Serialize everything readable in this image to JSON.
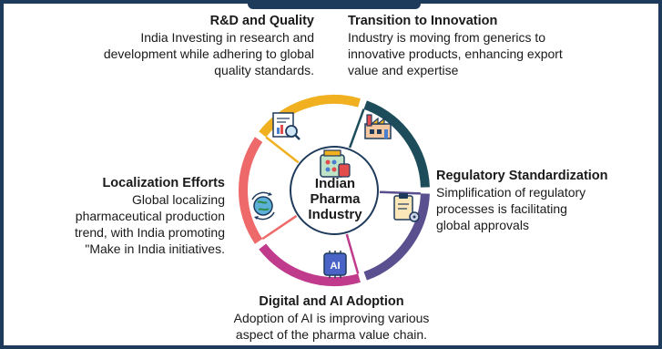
{
  "colors": {
    "border": "#1f3b5c",
    "rd_quality": "#f0b020",
    "innovation": "#1d4d5a",
    "regulatory": "#5a4f8f",
    "digital_ai": "#c03b8c",
    "localization": "#ee6a6a"
  },
  "center": {
    "line1": "Indian",
    "line2": "Pharma",
    "line3": "Industry",
    "icon": "pharma-bottle-icon"
  },
  "segments": [
    {
      "title": "R&D and Quality",
      "desc": [
        "India Investing in research and",
        "development while adhering to global",
        "quality standards."
      ],
      "icon": "research-chart-magnifier-icon"
    },
    {
      "title": "Transition to Innovation",
      "desc": [
        "Industry is moving from generics to",
        "innovative products, enhancing export",
        "value and expertise"
      ],
      "icon": "factory-icon"
    },
    {
      "title": "Regulatory Standardization",
      "desc": [
        "Simplification of regulatory",
        "processes is facilitating",
        "global approvals"
      ],
      "icon": "clipboard-gear-icon"
    },
    {
      "title": "Digital and AI Adoption",
      "desc": [
        "Adoption of AI is improving various",
        "aspect of the pharma value chain."
      ],
      "icon": "ai-chip-icon",
      "icon_text": "AI"
    },
    {
      "title": "Localization Efforts",
      "desc": [
        "Global localizing",
        "pharmaceutical production",
        "trend, with India promoting",
        "\"Make in India initiatives."
      ],
      "icon": "globe-arrows-icon"
    }
  ]
}
